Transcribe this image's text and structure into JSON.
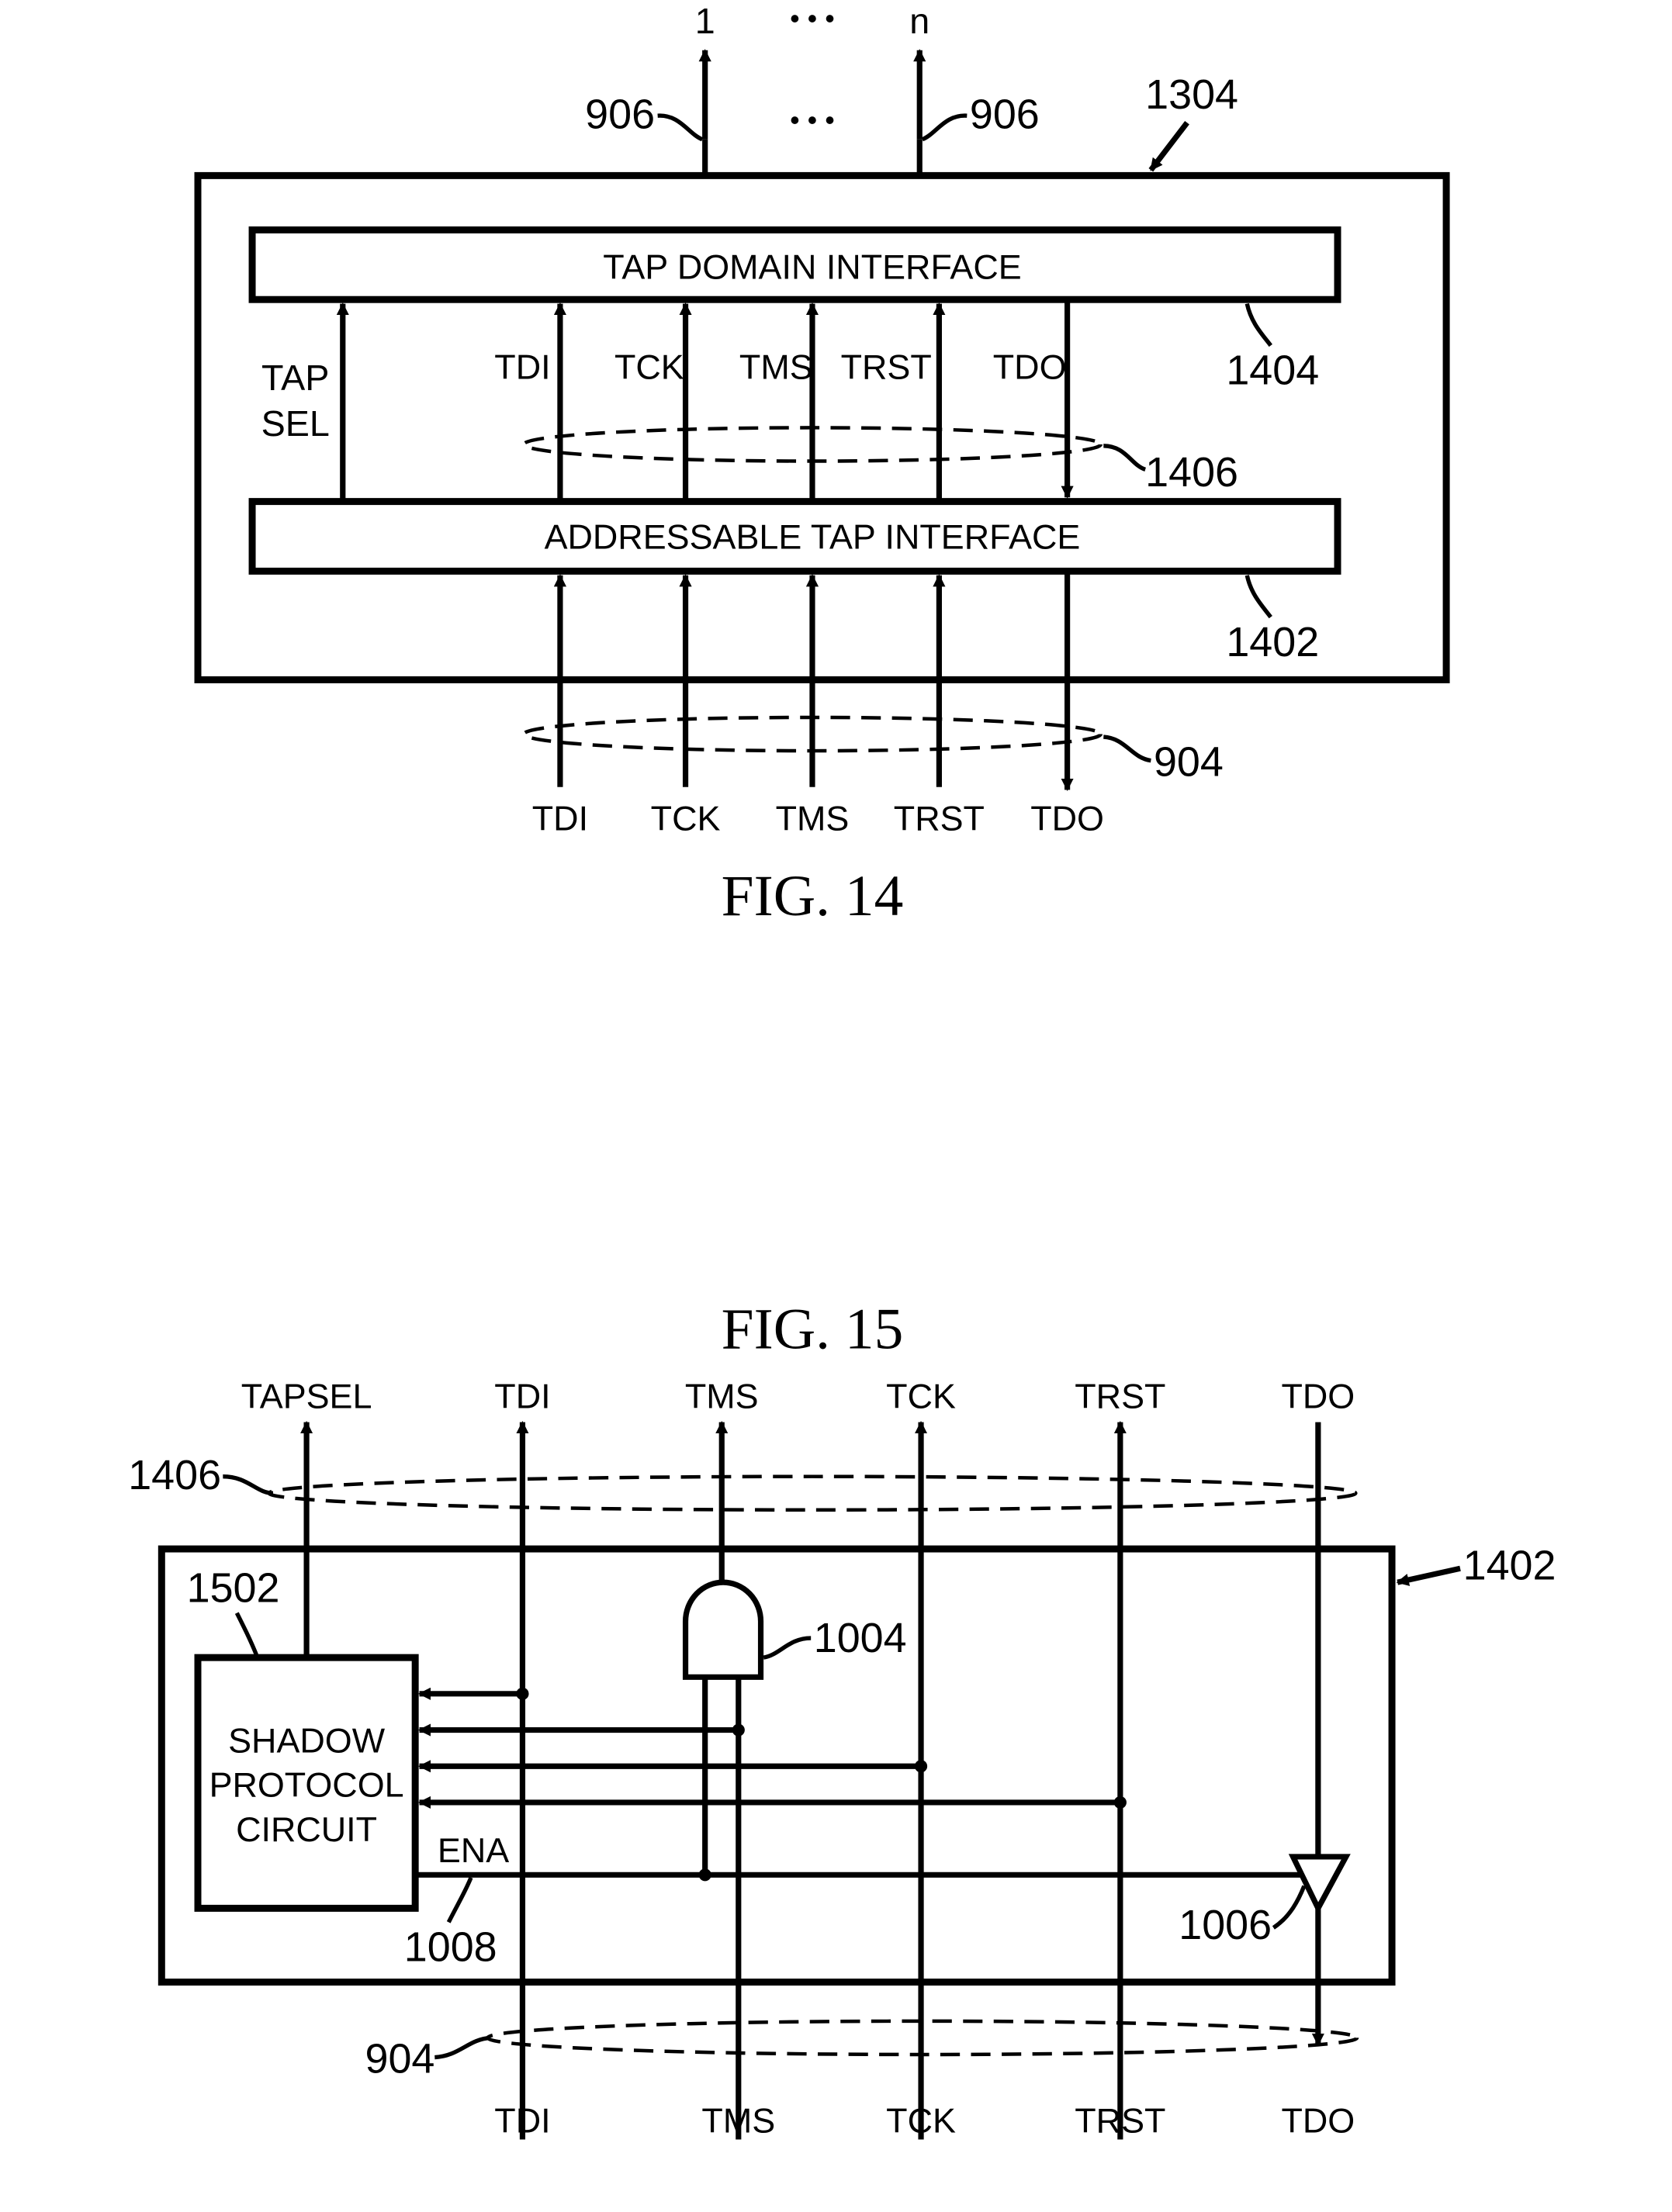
{
  "fig14": {
    "caption": "FIG. 14",
    "top_left_label": "1",
    "top_right_label": "n",
    "dots": "• • •",
    "ref_906": "906",
    "ref_1304": "1304",
    "tap_domain_interface": "TAP DOMAIN INTERFACE",
    "ref_1404": "1404",
    "tap_sel": [
      "TAP",
      "SEL"
    ],
    "inner_signals": [
      "TDI",
      "TCK",
      "TMS",
      "TRST",
      "TDO"
    ],
    "ref_1406": "1406",
    "addressable_tap_interface": "ADDRESSABLE TAP INTERFACE",
    "ref_1402": "1402",
    "bottom_signals": [
      "TDI",
      "TCK",
      "TMS",
      "TRST",
      "TDO"
    ],
    "ref_904": "904"
  },
  "fig15": {
    "caption": "FIG. 15",
    "top_signals": [
      "TAPSEL",
      "TDI",
      "TMS",
      "TCK",
      "TRST",
      "TDO"
    ],
    "ref_1406": "1406",
    "ref_1402": "1402",
    "ref_1502": "1502",
    "shadow_circuit": [
      "SHADOW",
      "PROTOCOL",
      "CIRCUIT"
    ],
    "ena_label": "ENA",
    "ref_1008": "1008",
    "ref_1004": "1004",
    "ref_1006": "1006",
    "ref_904": "904",
    "bottom_signals": [
      "TDI",
      "TMS",
      "TCK",
      "TRST",
      "TDO"
    ]
  }
}
